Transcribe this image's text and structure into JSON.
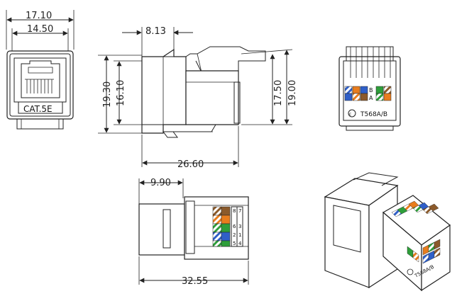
{
  "dimensions": {
    "front_width_outer": "17.10",
    "front_width_inner": "14.50",
    "side_top_offset": "8.13",
    "side_height_outer": "19.30",
    "side_height_inner": "16.10",
    "side_length": "26.60",
    "right_height_inner": "17.50",
    "right_height_outer": "19.00",
    "bottom_offset": "9.90",
    "bottom_length": "32.55"
  },
  "labels": {
    "front_label": "CAT.5E",
    "wiring_standard": "T568A/B",
    "iso_wiring_standard": "T568A/B",
    "wire_letter_b": "B",
    "wire_letter_a": "A",
    "pin_numbers": [
      "8",
      "7",
      "6",
      "3",
      "2",
      "1",
      "5",
      "4"
    ]
  },
  "colors": {
    "line": "#222222",
    "wire_brown": "#8B5a2b",
    "wire_orange": "#e87d1e",
    "wire_green": "#2e9e3a",
    "wire_blue": "#2f5fc8",
    "white": "#ffffff"
  },
  "icons": {
    "cert_mark": "ul-mark-icon"
  }
}
